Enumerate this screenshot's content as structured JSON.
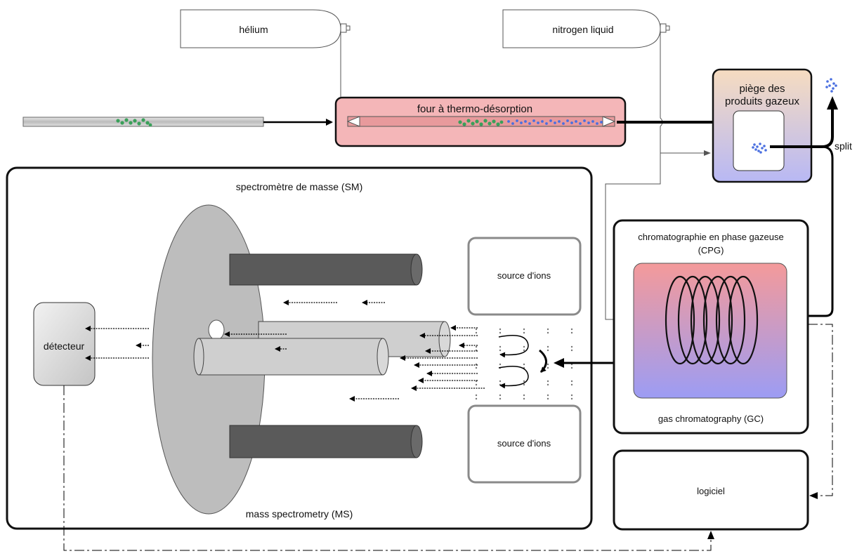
{
  "title": "",
  "colors": {
    "oven_fill": "#f4b6b8",
    "trap_top": "#f6dcc0",
    "trap_bottom": "#b8b8f4",
    "gc_top": "#f49a9a",
    "gc_bottom": "#9c9cf4",
    "green_particles": "#3aa05a",
    "blue_particles": "#4a6fe0",
    "rod_dark": "#5a5a5a",
    "rod_light": "#cfcfcf",
    "disc": "#bdbdbd"
  },
  "tanks": {
    "helium": "hélium",
    "nitrogen": "nitrogen liquid"
  },
  "oven": {
    "label": "four à thermo-désorption"
  },
  "trap": {
    "label_line1": "piège des",
    "label_line2": "produits gazeux"
  },
  "split_label": "split",
  "mass_spec": {
    "title": "spectromètre de masse (SM)",
    "subtitle": "mass spectrometry (MS)",
    "detector": "détecteur",
    "ion_source_top": "source d'ions",
    "ion_source_bottom": "source d'ions"
  },
  "gc": {
    "label_line1": "chromatographie en phase gazeuse",
    "label_line2": "(CPG)",
    "subtitle": "gas chromatography (GC)"
  },
  "software": {
    "label": "logiciel"
  }
}
